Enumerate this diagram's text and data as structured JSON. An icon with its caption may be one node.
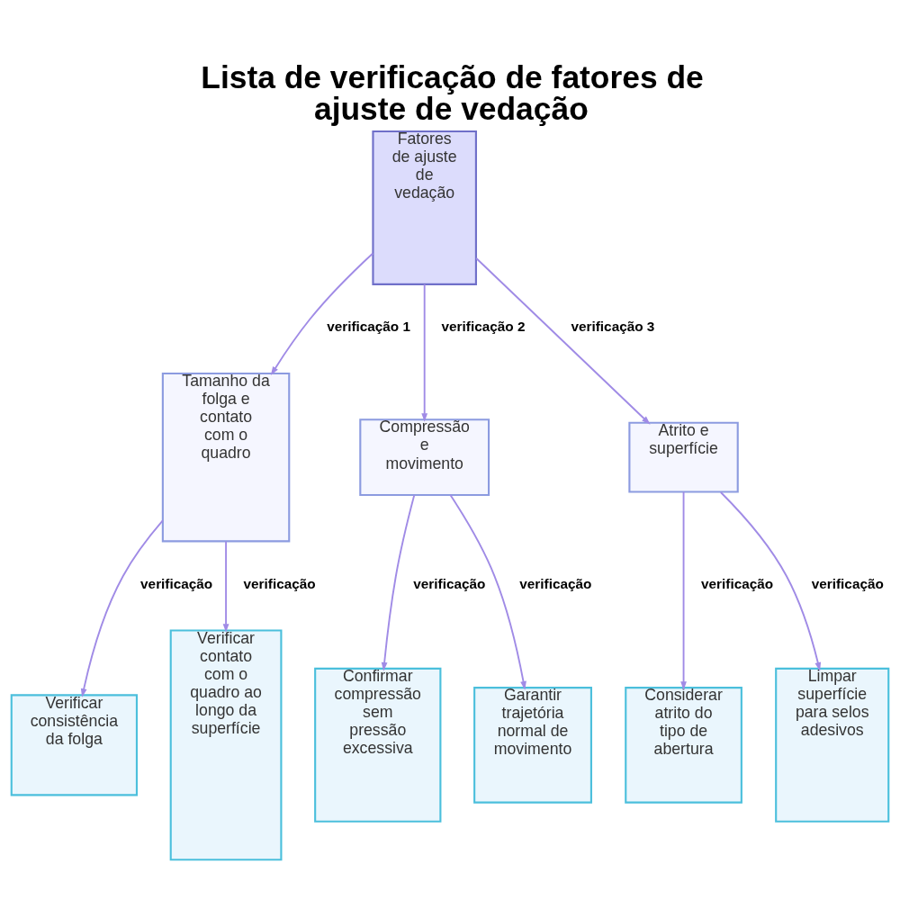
{
  "diagram": {
    "title": "Lista de verificação de fatores de ajuste de vedação",
    "nodes": [
      {
        "text": [
          "Fatores de ajuste de vedação"
        ]
      },
      {
        "text": [
          "Tamanho da folga e contato com o quadro"
        ]
      },
      {
        "text": [
          "Compressão e movimento"
        ]
      },
      {
        "text": [
          "Atrito e superfície"
        ]
      },
      {
        "text": [
          "Verificar consistência da folga"
        ]
      },
      {
        "text": [
          "Verificar contato com o quadro ao longo da superfície"
        ]
      },
      {
        "text": [
          "Confirmar compressão sem pressão excessiva"
        ]
      },
      {
        "text": [
          "Garantir trajetória normal de movimento"
        ]
      },
      {
        "text": [
          "Considerar atrito do tipo de abertura"
        ]
      },
      {
        "text": [
          "Limpar superfície para selos adesivos"
        ]
      }
    ],
    "edges": [
      {
        "from": 0,
        "to": 1,
        "arrow": "to",
        "label": "verificação 1"
      },
      {
        "from": 0,
        "to": 2,
        "arrow": "to",
        "label": "verificação 2"
      },
      {
        "from": 0,
        "to": 3,
        "arrow": "to",
        "label": "verificação 3"
      },
      {
        "from": 1,
        "to": 4,
        "arrow": "to",
        "label": "verificação"
      },
      {
        "from": 1,
        "to": 5,
        "arrow": "to",
        "label": "verificação"
      },
      {
        "from": 2,
        "to": 6,
        "arrow": "to",
        "label": "verificação"
      },
      {
        "from": 2,
        "to": 7,
        "arrow": "to",
        "label": "verificação"
      },
      {
        "from": 3,
        "to": 8,
        "arrow": "to",
        "label": "verificação"
      },
      {
        "from": 3,
        "to": 9,
        "arrow": "to",
        "label": "verificação"
      }
    ]
  }
}
